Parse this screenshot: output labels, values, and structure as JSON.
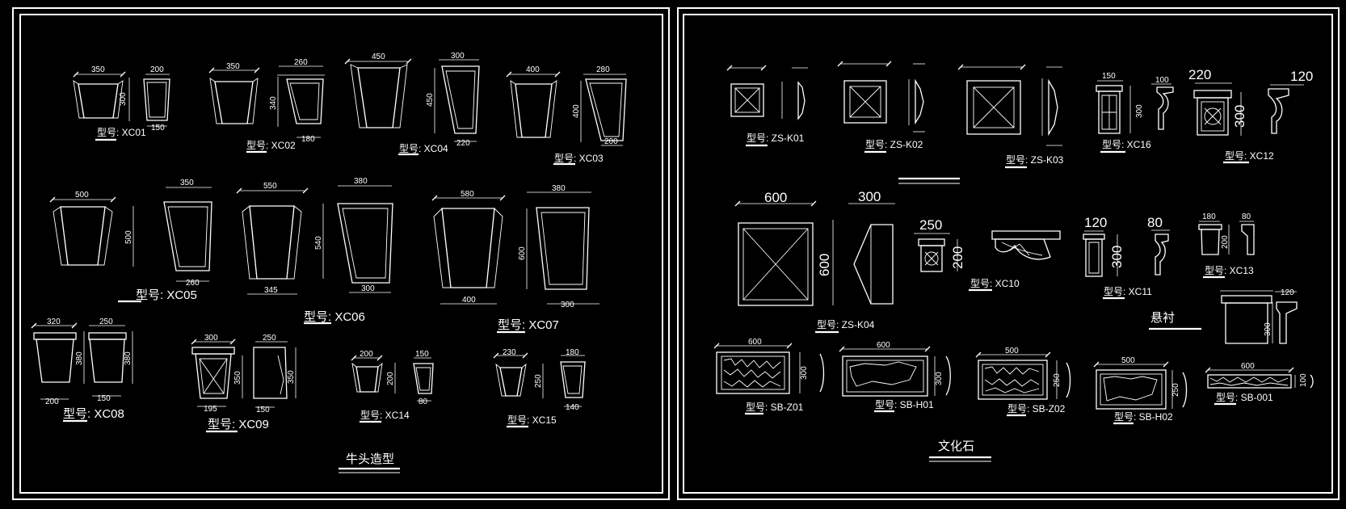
{
  "section_titles": {
    "left": "牛头造型",
    "right_mid": "悬衬",
    "right_bottom": "文化石"
  },
  "model_prefix": "型号:",
  "left_items": [
    {
      "id": "XC01",
      "label": "型号: XC01",
      "dims": [
        "350",
        "200",
        "300",
        "150"
      ]
    },
    {
      "id": "XC02",
      "label": "型号: XC02",
      "dims": [
        "350",
        "260",
        "340",
        "180"
      ]
    },
    {
      "id": "XC04",
      "label": "型号: XC04",
      "dims": [
        "450",
        "300",
        "450",
        "220"
      ]
    },
    {
      "id": "XC03",
      "label": "型号: XC03",
      "dims": [
        "400",
        "280",
        "400",
        "200"
      ]
    },
    {
      "id": "XC05",
      "label": "型号: XC05",
      "dims": [
        "500",
        "350",
        "500",
        "260"
      ]
    },
    {
      "id": "XC06",
      "label": "型号: XC06",
      "dims": [
        "550",
        "380",
        "540",
        "345",
        "300"
      ]
    },
    {
      "id": "XC07",
      "label": "型号: XC07",
      "dims": [
        "580",
        "380",
        "600",
        "400",
        "300"
      ]
    },
    {
      "id": "XC08",
      "label": "型号: XC08",
      "dims": [
        "320",
        "250",
        "380",
        "380",
        "200",
        "150"
      ]
    },
    {
      "id": "XC09",
      "label": "型号: XC09",
      "dims": [
        "300",
        "250",
        "350",
        "350",
        "195",
        "150"
      ]
    },
    {
      "id": "XC14",
      "label": "型号: XC14",
      "dims": [
        "200",
        "150",
        "200",
        "80"
      ]
    },
    {
      "id": "XC15",
      "label": "型号: XC15",
      "dims": [
        "230",
        "180",
        "250",
        "140"
      ]
    }
  ],
  "right_items": [
    {
      "id": "ZS-K01",
      "label": "型号: ZS-K01"
    },
    {
      "id": "ZS-K02",
      "label": "型号: ZS-K02"
    },
    {
      "id": "ZS-K03",
      "label": "型号: ZS-K03"
    },
    {
      "id": "XC16",
      "label": "型号: XC16",
      "dims": [
        "150",
        "100",
        "300"
      ]
    },
    {
      "id": "XC12",
      "label": "型号: XC12",
      "dims": [
        "220",
        "120",
        "300"
      ]
    },
    {
      "id": "ZS-K04",
      "label": "型号: ZS-K04",
      "dims": [
        "600",
        "300",
        "600"
      ]
    },
    {
      "id": "XC10",
      "label": "型号: XC10",
      "dims": [
        "250",
        "200"
      ]
    },
    {
      "id": "XC11",
      "label": "型号: XC11",
      "dims": [
        "120",
        "80",
        "300"
      ]
    },
    {
      "id": "XC13",
      "label": "型号: XC13",
      "dims": [
        "180",
        "80",
        "200"
      ]
    },
    {
      "id": "hang",
      "dims": [
        "120",
        "300"
      ]
    },
    {
      "id": "SB-Z01",
      "label": "型号: SB-Z01",
      "dims": [
        "600",
        "300"
      ]
    },
    {
      "id": "SB-H01",
      "label": "型号: SB-H01",
      "dims": [
        "600",
        "300"
      ]
    },
    {
      "id": "SB-Z02",
      "label": "型号: SB-Z02",
      "dims": [
        "500",
        "250"
      ]
    },
    {
      "id": "SB-H02",
      "label": "型号: SB-H02",
      "dims": [
        "500",
        "250"
      ]
    },
    {
      "id": "SB-001",
      "label": "型号: SB-001",
      "dims": [
        "600",
        "100"
      ]
    }
  ]
}
